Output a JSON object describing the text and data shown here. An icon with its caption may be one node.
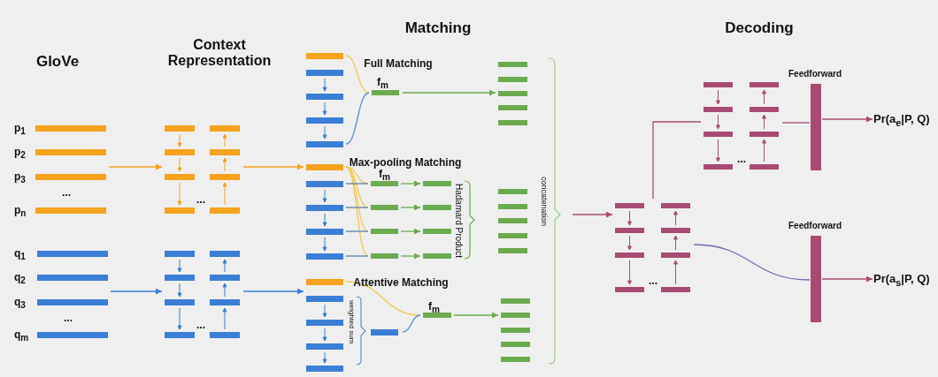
{
  "diagram": {
    "nodes": [
      {
        "text": [
          "..."
        ],
        "beside": [
          "p$_{1}$",
          "p$_{2}$",
          "p$_{3}$",
          "p$_{n}$"
        ]
      },
      {
        "text": [
          "..."
        ],
        "beside": [
          "q$_{1}$",
          "q$_{2}$",
          "q$_{3}$",
          "q$_{m}$"
        ]
      },
      {
        "text": [
          "..."
        ]
      },
      {
        "text": [
          "..."
        ]
      },
      {
        "text": [],
        "shape": "bar"
      },
      {
        "text": [],
        "shape": "bar",
        "beside": [
          "f$_{m}$"
        ]
      },
      {
        "text": [],
        "shape": "bar"
      },
      {
        "text": [],
        "shape": "bar"
      },
      {
        "text": [],
        "shape": "bar",
        "beside": [
          "f$_{m}$"
        ]
      },
      {
        "text": [],
        "shape": "bar"
      },
      {
        "text": [],
        "shape": "bar"
      },
      {
        "text": [],
        "shape": "bar"
      },
      {
        "text": [],
        "shape": "bar"
      },
      {
        "text": [],
        "shape": "bar"
      },
      {
        "text": [],
        "shape": "bar"
      },
      {
        "text": [],
        "shape": "bar"
      },
      {
        "text": [],
        "shape": "bar"
      },
      {
        "text": [],
        "shape": "bar"
      },
      {
        "text": [],
        "shape": "bar"
      },
      {
        "text": [],
        "shape": "bar",
        "beside": [
          "f$_{m}$"
        ]
      },
      {
        "text": [],
        "shape": "bar"
      },
      {
        "text": [
          "..."
        ]
      },
      {
        "text": [
          "..."
        ]
      },
      {
        "text": [],
        "shape": "bar",
        "beside": [
          "Feedforward"
        ]
      },
      {
        "text": [],
        "shape": "bar",
        "beside": [
          "Feedforward"
        ]
      },
      {
        "text": [
          "Pr(a$_{e}$|P, Q)"
        ]
      },
      {
        "text": [
          "Pr(a$_{s}$|P, Q)"
        ]
      }
    ],
    "edges": [
      {
        "from": 0,
        "to": 2,
        "arrow": "to",
        "color": "#f5a21c"
      },
      {
        "from": 1,
        "to": 3,
        "arrow": "to",
        "color": "#3a7fd5"
      },
      {
        "from": 2,
        "to": 7,
        "arrow": "to",
        "color": "#f5a21c"
      },
      {
        "from": 3,
        "to": 17,
        "arrow": "to",
        "color": "#3a7fd5"
      },
      {
        "from": 4,
        "to": 5,
        "arrow": "none",
        "color": "#f2c94c"
      },
      {
        "from": 4,
        "to": 5,
        "arrow": "none",
        "color": "#5b8fd6"
      },
      {
        "from": 5,
        "to": 6,
        "arrow": "to",
        "color": "#6aab4f"
      },
      {
        "from": 7,
        "to": 8,
        "arrow": "none",
        "color": "#f2c94c"
      },
      {
        "from": 7,
        "to": 9,
        "arrow": "none",
        "color": "#f2c94c"
      },
      {
        "from": 7,
        "to": 10,
        "arrow": "none",
        "color": "#f2c94c"
      },
      {
        "from": 7,
        "to": 11,
        "arrow": "none",
        "color": "#f2c94c"
      },
      {
        "from": 7,
        "to": 8,
        "arrow": "none",
        "color": "#5b7fa6"
      },
      {
        "from": 7,
        "to": 9,
        "arrow": "none",
        "color": "#5b7fa6"
      },
      {
        "from": 7,
        "to": 10,
        "arrow": "none",
        "color": "#5b7fa6"
      },
      {
        "from": 7,
        "to": 11,
        "arrow": "none",
        "color": "#5b7fa6"
      },
      {
        "from": 8,
        "to": 12,
        "arrow": "to",
        "color": "#6aab4f"
      },
      {
        "from": 9,
        "to": 13,
        "arrow": "to",
        "color": "#6aab4f"
      },
      {
        "from": 10,
        "to": 14,
        "arrow": "to",
        "color": "#6aab4f"
      },
      {
        "from": 11,
        "to": 15,
        "arrow": "to",
        "color": "#6aab4f"
      },
      {
        "from": 17,
        "to": 19,
        "arrow": "none",
        "color": "#f2c94c"
      },
      {
        "from": 18,
        "to": 19,
        "arrow": "none",
        "color": "#5b8fd6"
      },
      {
        "from": 19,
        "to": 20,
        "arrow": "to",
        "color": "#6aab4f"
      },
      {
        "from": null,
        "to": 21,
        "arrow": "to",
        "color": "#a84b73"
      },
      {
        "from": 21,
        "to": 22,
        "arrow": "none",
        "color": "#a84b73"
      },
      {
        "from": 21,
        "to": 24,
        "arrow": "none",
        "color": "#7b5fb3"
      },
      {
        "from": 22,
        "to": 23,
        "arrow": "none",
        "color": "#a84b73"
      },
      {
        "from": 23,
        "to": 25,
        "arrow": "to",
        "color": "#a84b73"
      },
      {
        "from": 24,
        "to": 26,
        "arrow": "to",
        "color": "#a84b73"
      }
    ],
    "labels": [
      "GloVe",
      "Context Representation",
      "Matching",
      "Decoding",
      "Full Matching",
      "Max-pooling Matching",
      "Attentive Matching",
      "Hadamard Product",
      "weighted sum",
      "concatenation"
    ]
  }
}
